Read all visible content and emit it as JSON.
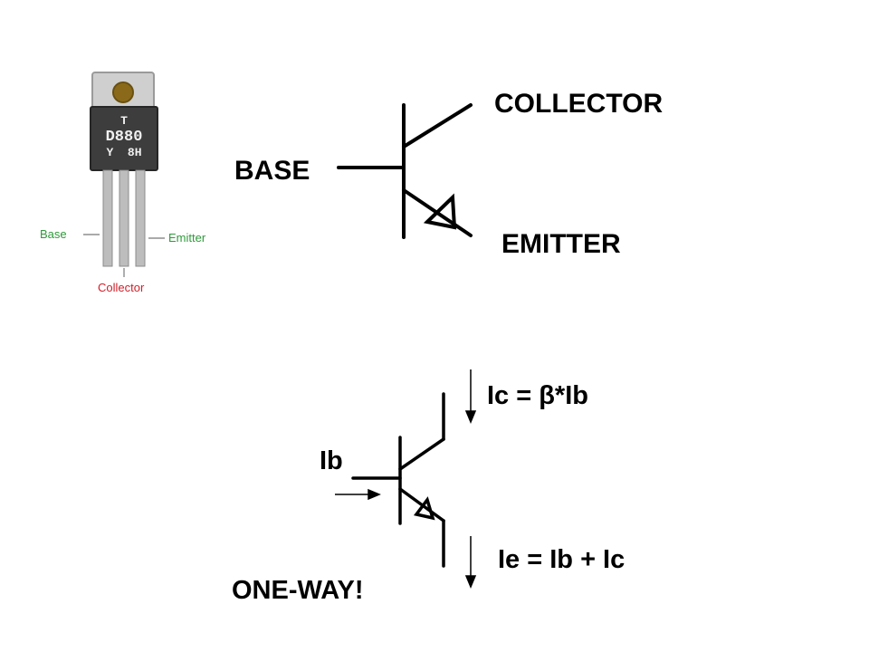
{
  "photo": {
    "package_marking": [
      "T",
      "D880",
      "Y  8H"
    ],
    "callout_base": "Base",
    "callout_emitter": "Emitter",
    "callout_collector": "Collector",
    "colors": {
      "base": "#2e9a3a",
      "emitter": "#2e9a3a",
      "collector": "#d0202a",
      "body": "#4a4a4a",
      "tab": "#c8c8c8"
    }
  },
  "symbol_labels": {
    "collector": "COLLECTOR",
    "base": "BASE",
    "emitter": "EMITTER"
  },
  "currents": {
    "ic": "Ic = β*Ib",
    "ib": "Ib",
    "ie": "Ie = Ib + Ic",
    "note": "ONE-WAY!"
  }
}
